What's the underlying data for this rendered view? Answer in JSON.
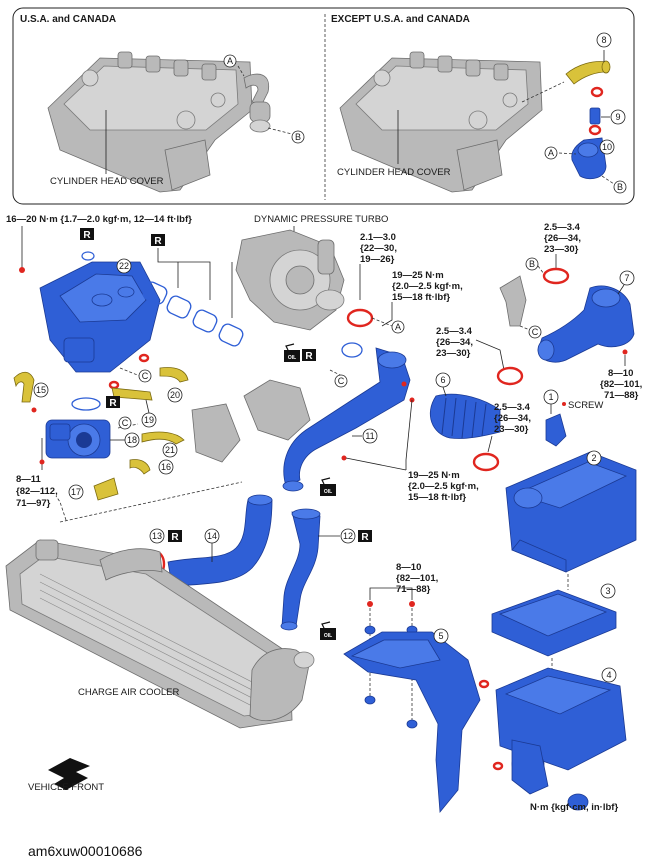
{
  "diagram": {
    "ref_code": "am6xuw00010686",
    "panels": {
      "left_header": "U.S.A. and CANADA",
      "right_header": "EXCEPT U.S.A. and CANADA",
      "left_caption": "CYLINDER HEAD COVER",
      "right_caption": "CYLINDER HEAD COVER"
    },
    "labels": {
      "turbo": "DYNAMIC PRESSURE TURBO",
      "charge_air_cooler": "CHARGE AIR COOLER",
      "vehicle_front": "VEHICLE FRONT",
      "screw": "SCREW",
      "unit_note": "N·m {kgf·cm, in·lbf}",
      "replace_mark": "R",
      "oil_mark": "OIL"
    },
    "letters": {
      "a": "A",
      "b": "B",
      "c": "C"
    },
    "parts": [
      "1",
      "2",
      "3",
      "4",
      "5",
      "6",
      "7",
      "8",
      "9",
      "10",
      "11",
      "12",
      "13",
      "14",
      "15",
      "16",
      "17",
      "18",
      "19",
      "20",
      "21",
      "22"
    ],
    "torques": {
      "t_top_left": "16—20 N·m {1.7—2.0 kgf·m, 12—14 ft·lbf}",
      "t_turbo_small": [
        "2.1—3.0",
        "{22—30,",
        "19—26}"
      ],
      "t_turbo_big": [
        "19—25 N·m",
        "{2.0—2.5 kgf·m,",
        "15—18 ft·lbf}"
      ],
      "t_mid_big": [
        "19—25 N·m",
        "{2.0—2.5 kgf·m,",
        "15—18 ft·lbf}"
      ],
      "t_clamp_left": [
        "2.5—3.4",
        "{26—34,",
        "23—30}"
      ],
      "t_clamp_mid": [
        "2.5—3.4",
        "{26—34,",
        "23—30}"
      ],
      "t_clamp_top": [
        "2.5—3.4",
        "{26—34,",
        "23—30}"
      ],
      "t_right_8_10": [
        "8—10",
        "{82—101,",
        "71—88}"
      ],
      "t_lower_8_10": [
        "8—10",
        "{82—101,",
        "71—88}"
      ],
      "t_left_8_11": [
        "8—11",
        "{82—112,",
        "71—97}"
      ]
    },
    "colors": {
      "part_blue": "#2f5fd6",
      "clamp_red": "#e0261f",
      "hose_yellow": "#d9c23a",
      "metal_grey": "#b9b9b9"
    }
  }
}
